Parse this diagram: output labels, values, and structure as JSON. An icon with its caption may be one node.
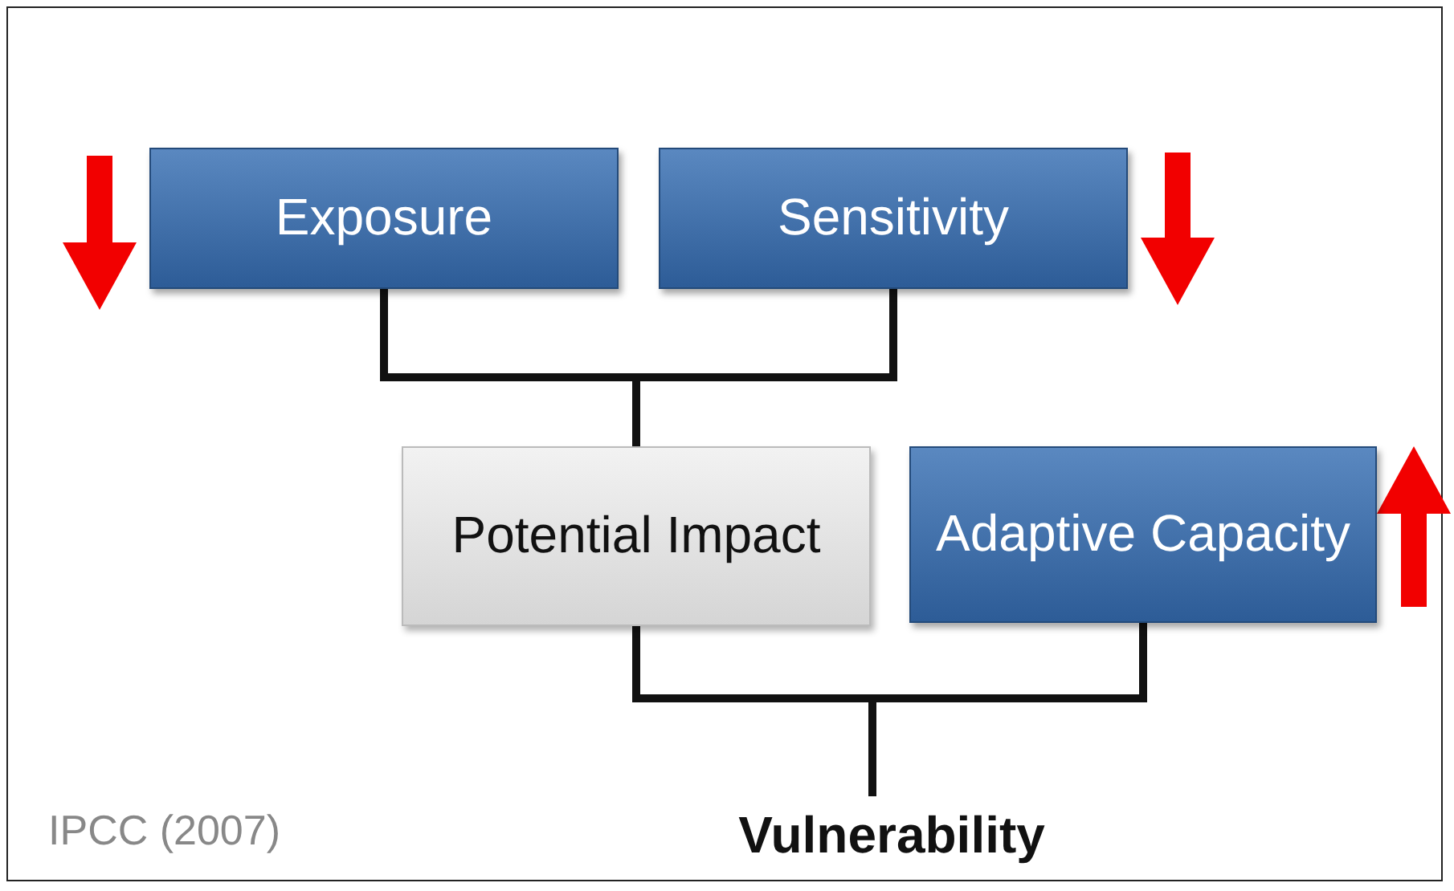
{
  "diagram": {
    "nodes": [
      {
        "text": [
          "Exposure"
        ]
      },
      {
        "text": [
          "Sensitivity"
        ]
      },
      {
        "text": [
          "Potential Impact"
        ]
      },
      {
        "text": [
          "Adaptive Capacity"
        ]
      },
      {
        "text": [
          "Vulnerability"
        ]
      }
    ],
    "edges": [
      {
        "from": 0,
        "to": 2,
        "arrow": "none"
      },
      {
        "from": 1,
        "to": 2,
        "arrow": "none"
      },
      {
        "from": 2,
        "to": 4,
        "arrow": "none"
      },
      {
        "from": 3,
        "to": 4,
        "arrow": "none"
      }
    ],
    "labels": [
      "IPCC (2007)"
    ]
  }
}
